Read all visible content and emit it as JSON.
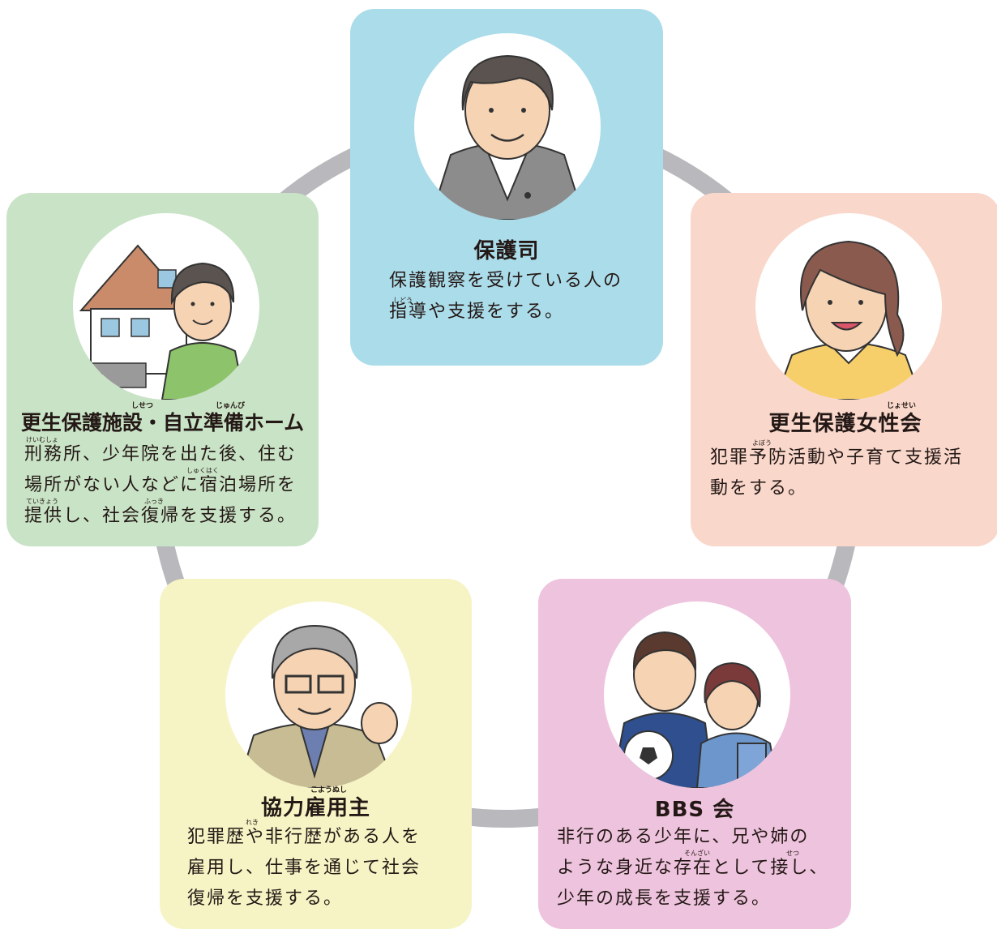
{
  "colors": {
    "ring": "#b8b8bd",
    "hogoshi": "#abdcea",
    "josei": "#f9d7cb",
    "shisetsu": "#c9e3c6",
    "bbs": "#eec3dd",
    "koyonushi": "#f6f4c5"
  },
  "cards": {
    "hogoshi": {
      "icon": "probation-officer-portrait-icon",
      "title": "保護司",
      "lines": [
        "保護観察を受けている人の",
        "指導や支援をする。"
      ],
      "ruby": [
        "しどう"
      ]
    },
    "josei": {
      "icon": "woman-volunteer-portrait-icon",
      "title": "更生保護女性会",
      "title_ruby": "じょせい",
      "lines": [
        "犯罪予防活動や子育て支援活",
        "動をする。"
      ],
      "ruby": [
        "よぼう"
      ]
    },
    "shisetsu": {
      "icon": "house-and-caretaker-portrait-icon",
      "title": "更生保護施設・自立準備ホーム",
      "title_ruby": [
        "しせつ",
        "じゅんび"
      ],
      "lines": [
        "刑務所、少年院を出た後、住む",
        "場所がない人などに宿泊場所を",
        "提供し、社会復帰を支援する。"
      ],
      "ruby": [
        "けいむしょ",
        "しゅくはく",
        "ていきょう",
        "ふっき"
      ]
    },
    "koyonushi": {
      "icon": "employer-portrait-icon",
      "title": "協力雇用主",
      "title_ruby": "こようぬし",
      "lines": [
        "犯罪歴や非行歴がある人を",
        "雇用し、仕事を通じて社会",
        "復帰を支援する。"
      ],
      "ruby": [
        "れき"
      ]
    },
    "bbs": {
      "icon": "young-volunteers-portrait-icon",
      "title": "BBS 会",
      "lines": [
        "非行のある少年に、兄や姉の",
        "ような身近な存在として接し、",
        "少年の成長を支援する。"
      ],
      "ruby": [
        "そんざい",
        "せつ"
      ]
    }
  }
}
